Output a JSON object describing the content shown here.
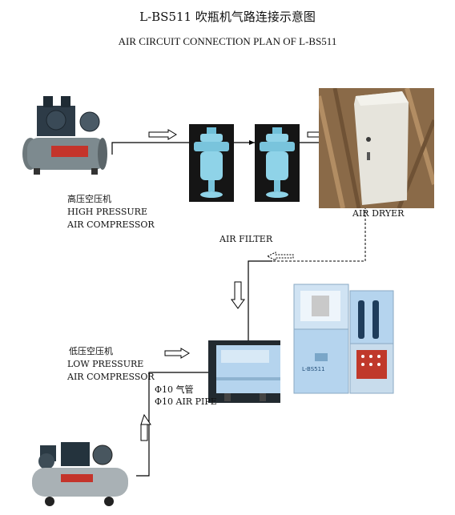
{
  "title_cn": "L-BS511 吹瓶机气路连接示意图",
  "title_en": "AIR CIRCUIT CONNECTION PLAN OF L-BS511",
  "high_pressure": {
    "label_cn": "高压空压机",
    "label_en_1": "HIGH PRESSURE",
    "label_en_2": "AIR COMPRESSOR"
  },
  "filter_label": "AIR FILTER",
  "dryer_label": "AIR DRYER",
  "low_pressure": {
    "label_cn": "低压空压机",
    "label_en_1": "LOW PRESSURE",
    "label_en_2": "AIR COMPRESSOR"
  },
  "pipe": {
    "label_cn": "Φ10 气管",
    "label_en": "Φ10 AIR PIPE"
  },
  "machine_badge": "L-BS511",
  "colors": {
    "compressor_body": "#7d8a8f",
    "filter_blue": "#8fd3e8",
    "filter_bg": "#1a1a1a",
    "dryer_wood": "#9a7a55",
    "machine_blue": "#b5d4ee",
    "machine_panel": "#c0392b"
  }
}
